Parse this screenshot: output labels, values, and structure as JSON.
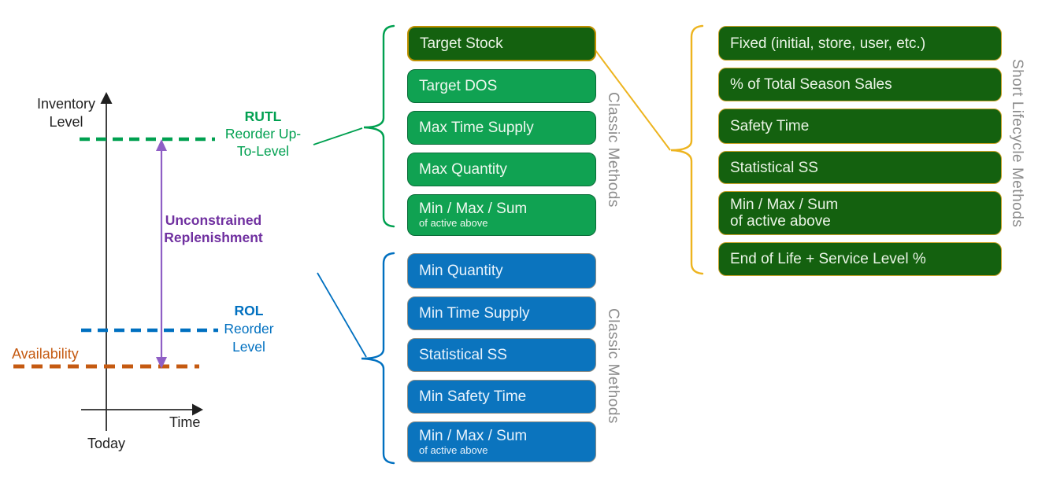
{
  "chart": {
    "y_axis_label_line1": "Inventory",
    "y_axis_label_line2": "Level",
    "x_axis_label": "Time",
    "today_label": "Today",
    "availability_label": "Availability",
    "rutl": {
      "abbr": "RUTL",
      "name_line1": "Reorder Up-",
      "name_line2": "To-Level"
    },
    "rol": {
      "abbr": "ROL",
      "name_line1": "Reorder",
      "name_line2": "Level"
    },
    "unconstrained_line1": "Unconstrained",
    "unconstrained_line2": "Replenishment"
  },
  "columns": {
    "rutl_methods": {
      "side_label": "Classic Methods",
      "boxes": [
        {
          "label": "Target Stock",
          "highlighted": true
        },
        {
          "label": "Target DOS"
        },
        {
          "label": "Max Time Supply"
        },
        {
          "label": "Max Quantity"
        },
        {
          "label": "Min / Max / Sum",
          "sublabel": "of active above"
        }
      ]
    },
    "rol_methods": {
      "side_label": "Classic Methods",
      "boxes": [
        {
          "label": "Min Quantity"
        },
        {
          "label": "Min Time Supply"
        },
        {
          "label": "Statistical SS"
        },
        {
          "label": "Min Safety Time"
        },
        {
          "label": "Min / Max / Sum",
          "sublabel": "of active above"
        }
      ]
    },
    "short_lifecycle": {
      "side_label": "Short Lifecycle Methods",
      "boxes": [
        {
          "label": "Fixed (initial, store, user, etc.)"
        },
        {
          "label": "% of Total Season Sales"
        },
        {
          "label": "Safety Time"
        },
        {
          "label": "Statistical SS"
        },
        {
          "label": "Min / Max / Sum",
          "sublabel": "of active above"
        },
        {
          "label": "End of Life + Service Level %"
        }
      ]
    }
  },
  "colors": {
    "classic_green": "#10A252",
    "classic_green_border": "#0A6B38",
    "dark_green": "#14610F",
    "gold_border": "#C9A227",
    "classic_blue": "#0B74BE",
    "blue_border": "#8D8D85",
    "gold_line": "#EDB41F",
    "orange_availability": "#C55A11",
    "purple_text": "#7030A0",
    "purple_arrow": "#8F5FC5",
    "rutl_green": "#00A050",
    "rol_blue": "#0070C0",
    "side_label_gray": "#8C8C8C",
    "axis_black": "#262626"
  }
}
